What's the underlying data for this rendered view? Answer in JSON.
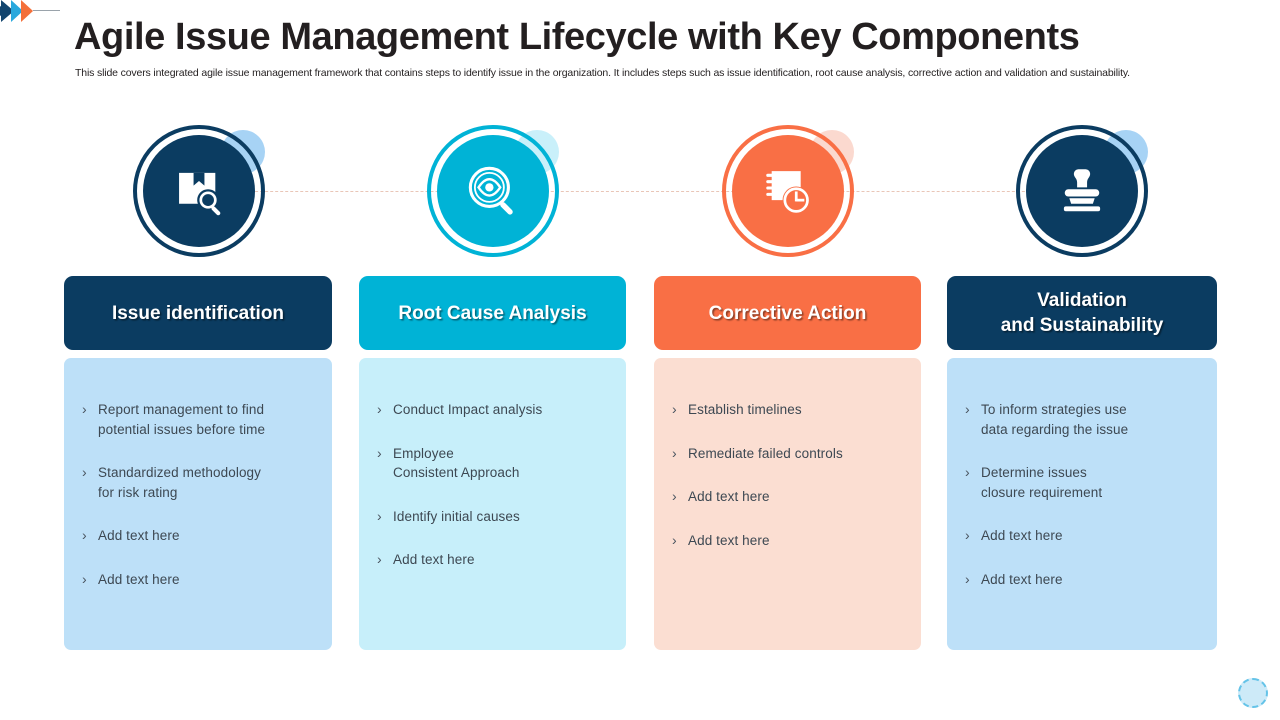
{
  "header": {
    "title": "Agile Issue Management Lifecycle with Key Components",
    "subtitle": "This slide covers integrated agile issue management framework that contains steps to identify issue in the organization. It includes steps such as issue identification, root cause analysis, corrective action and validation and sustainability."
  },
  "decorations": {
    "corner_chevrons": [
      "chevron-navy",
      "chevron-blue",
      "chevron-orange"
    ],
    "bottom_right": "dashed-circle-decoration"
  },
  "bullet_mark": "›",
  "colors": {
    "navy": "#0b3c61",
    "cyan": "#00b3d6",
    "orange": "#f96f45",
    "navy_body": "#bde0f8",
    "cyan_body": "#c7effa",
    "orange_body": "#fbded2",
    "accent_blue": "#a7d3f5",
    "accent_cyan": "#c9f0fa",
    "accent_peach": "#fbd9cf",
    "text_dark": "#231f20",
    "body_text": "#3d4852"
  },
  "steps": [
    {
      "id": "issue-identification",
      "label": "Issue identification",
      "icon": "package-search-icon",
      "header_color": "#0b3c61",
      "body_color": "#bde0f8",
      "accent_color": "#a7d3f5",
      "items": [
        "Report management  to find\npotential  issues before time",
        "Standardized methodology\nfor risk rating",
        "Add text here",
        "Add text here"
      ]
    },
    {
      "id": "root-cause-analysis",
      "label": "Root Cause Analysis",
      "icon": "eye-magnifier-icon",
      "header_color": "#00b3d6",
      "body_color": "#c7effa",
      "accent_color": "#c9f0fa",
      "items": [
        "Conduct Impact  analysis",
        "Employee\nConsistent Approach",
        "Identify  initial causes",
        "Add text here"
      ]
    },
    {
      "id": "corrective-action",
      "label": "Corrective Action",
      "icon": "notebook-clock-icon",
      "header_color": "#f96f45",
      "body_color": "#fbded2",
      "accent_color": "#fbd9cf",
      "items": [
        "Establish timelines",
        "Remediate failed controls",
        "Add text here",
        "Add text here"
      ]
    },
    {
      "id": "validation-and-sustainability",
      "label": "Validation\nand Sustainability",
      "icon": "rubber-stamp-icon",
      "header_color": "#0b3c61",
      "body_color": "#bde0f8",
      "accent_color": "#a7d3f5",
      "items": [
        "To inform strategies use\ndata regarding the issue",
        "Determine issues\nclosure requirement",
        "Add text here",
        "Add text here"
      ]
    }
  ]
}
